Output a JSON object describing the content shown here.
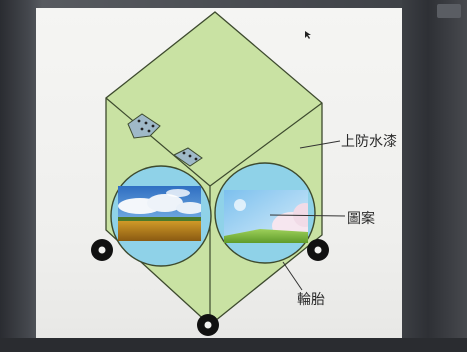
{
  "labels": {
    "waterproof_paint": "上防水漆",
    "pattern": "圖案",
    "tire": "輪胎"
  },
  "colors": {
    "shape_fill": "#c9e2a3",
    "shape_stroke": "#3d4a2e",
    "circle_fill": "#8fd2e8",
    "bezel": "#3b3e43",
    "screen": "#f2f2f0"
  },
  "icons": {
    "screen_corner": "taskbar-icon",
    "cursor": "mouse-cursor-icon"
  }
}
